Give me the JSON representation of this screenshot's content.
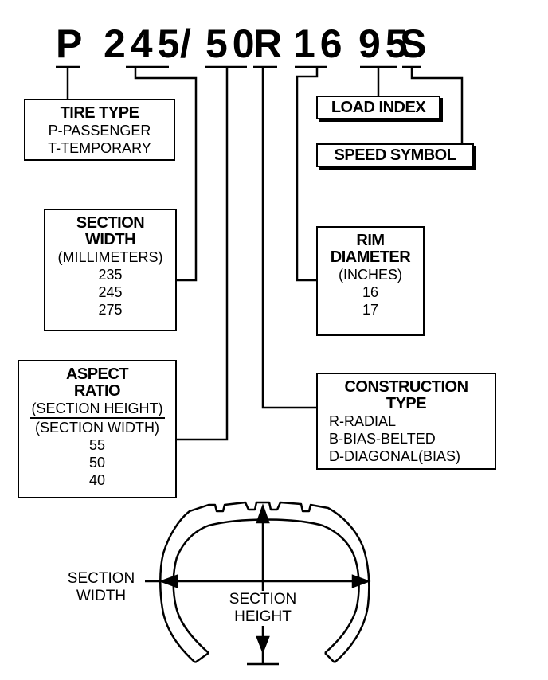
{
  "code": {
    "p": "P",
    "width": "245",
    "slash": "/",
    "aspect": "50",
    "construction": "R",
    "rim": "16",
    "load": "95",
    "speed": "S"
  },
  "tire_type": {
    "title": "TIRE TYPE",
    "items": [
      "P-PASSENGER",
      "T-TEMPORARY"
    ]
  },
  "section_width": {
    "title": [
      "SECTION",
      "WIDTH"
    ],
    "unit": "(MILLIMETERS)",
    "values": [
      "235",
      "245",
      "275"
    ]
  },
  "aspect_ratio": {
    "title": [
      "ASPECT",
      "RATIO"
    ],
    "numerator": "(SECTION HEIGHT)",
    "denominator": "(SECTION WIDTH)",
    "values": [
      "55",
      "50",
      "40"
    ]
  },
  "load_index": {
    "title": "LOAD INDEX"
  },
  "speed_symbol": {
    "title": "SPEED SYMBOL"
  },
  "rim_diameter": {
    "title": [
      "RIM",
      "DIAMETER"
    ],
    "unit": "(INCHES)",
    "values": [
      "16",
      "17"
    ]
  },
  "construction_type": {
    "title": [
      "CONSTRUCTION",
      "TYPE"
    ],
    "items": [
      "R-RADIAL",
      "B-BIAS-BELTED",
      "D-DIAGONAL(BIAS)"
    ]
  },
  "cross_section": {
    "width_label": [
      "SECTION",
      "WIDTH"
    ],
    "height_label": [
      "SECTION",
      "HEIGHT"
    ]
  }
}
